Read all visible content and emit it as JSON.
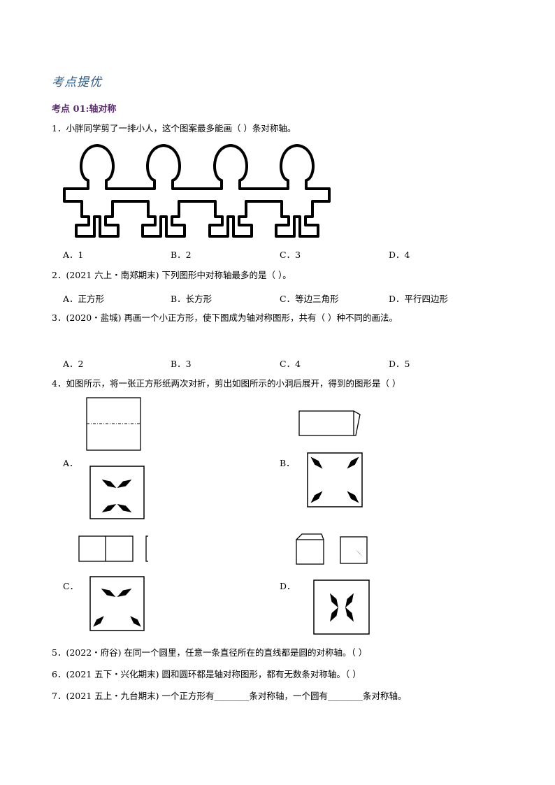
{
  "section_title": "考点提优",
  "subsection_title": "考点 01:轴对称",
  "questions": [
    {
      "text": "1．小胖同学剪了一排小人，这个图案最多能画（      ）条对称轴。",
      "options": [
        "A．1",
        "B．2",
        "C．3",
        "D．4"
      ]
    },
    {
      "text": "2．(2021 六上・南郑期末) 下列图形中对称轴最多的是（      ）。",
      "options": [
        "A．正方形",
        "B．长方形",
        "C．等边三角形",
        "D．平行四边形"
      ]
    },
    {
      "text": "3．(2020・盐城) 再画一个小正方形，使下图成为轴对称图形，共有（        ）种不同的画法。",
      "options": [
        "A．2",
        "B．3",
        "C．4",
        "D．5"
      ]
    },
    {
      "text": "4．如图所示，将一张正方形纸两次对折，剪出如图所示的小洞后展开，得到的图形是（      ）",
      "options": [
        "A．",
        "B．",
        "C．",
        "D．"
      ]
    },
    {
      "text": "5．(2022・府谷) 在同一个圆里，任意一条直径所在的直线都是圆的对称轴。（      ）"
    },
    {
      "text": "6．(2021 五下・兴化期末) 圆和圆环都是轴对称图形，都有无数条对称轴。（      ）"
    },
    {
      "text": "7．(2021 五上・九台期末) 一个正方形有________条对称轴，一个圆有________条对称轴。"
    }
  ]
}
